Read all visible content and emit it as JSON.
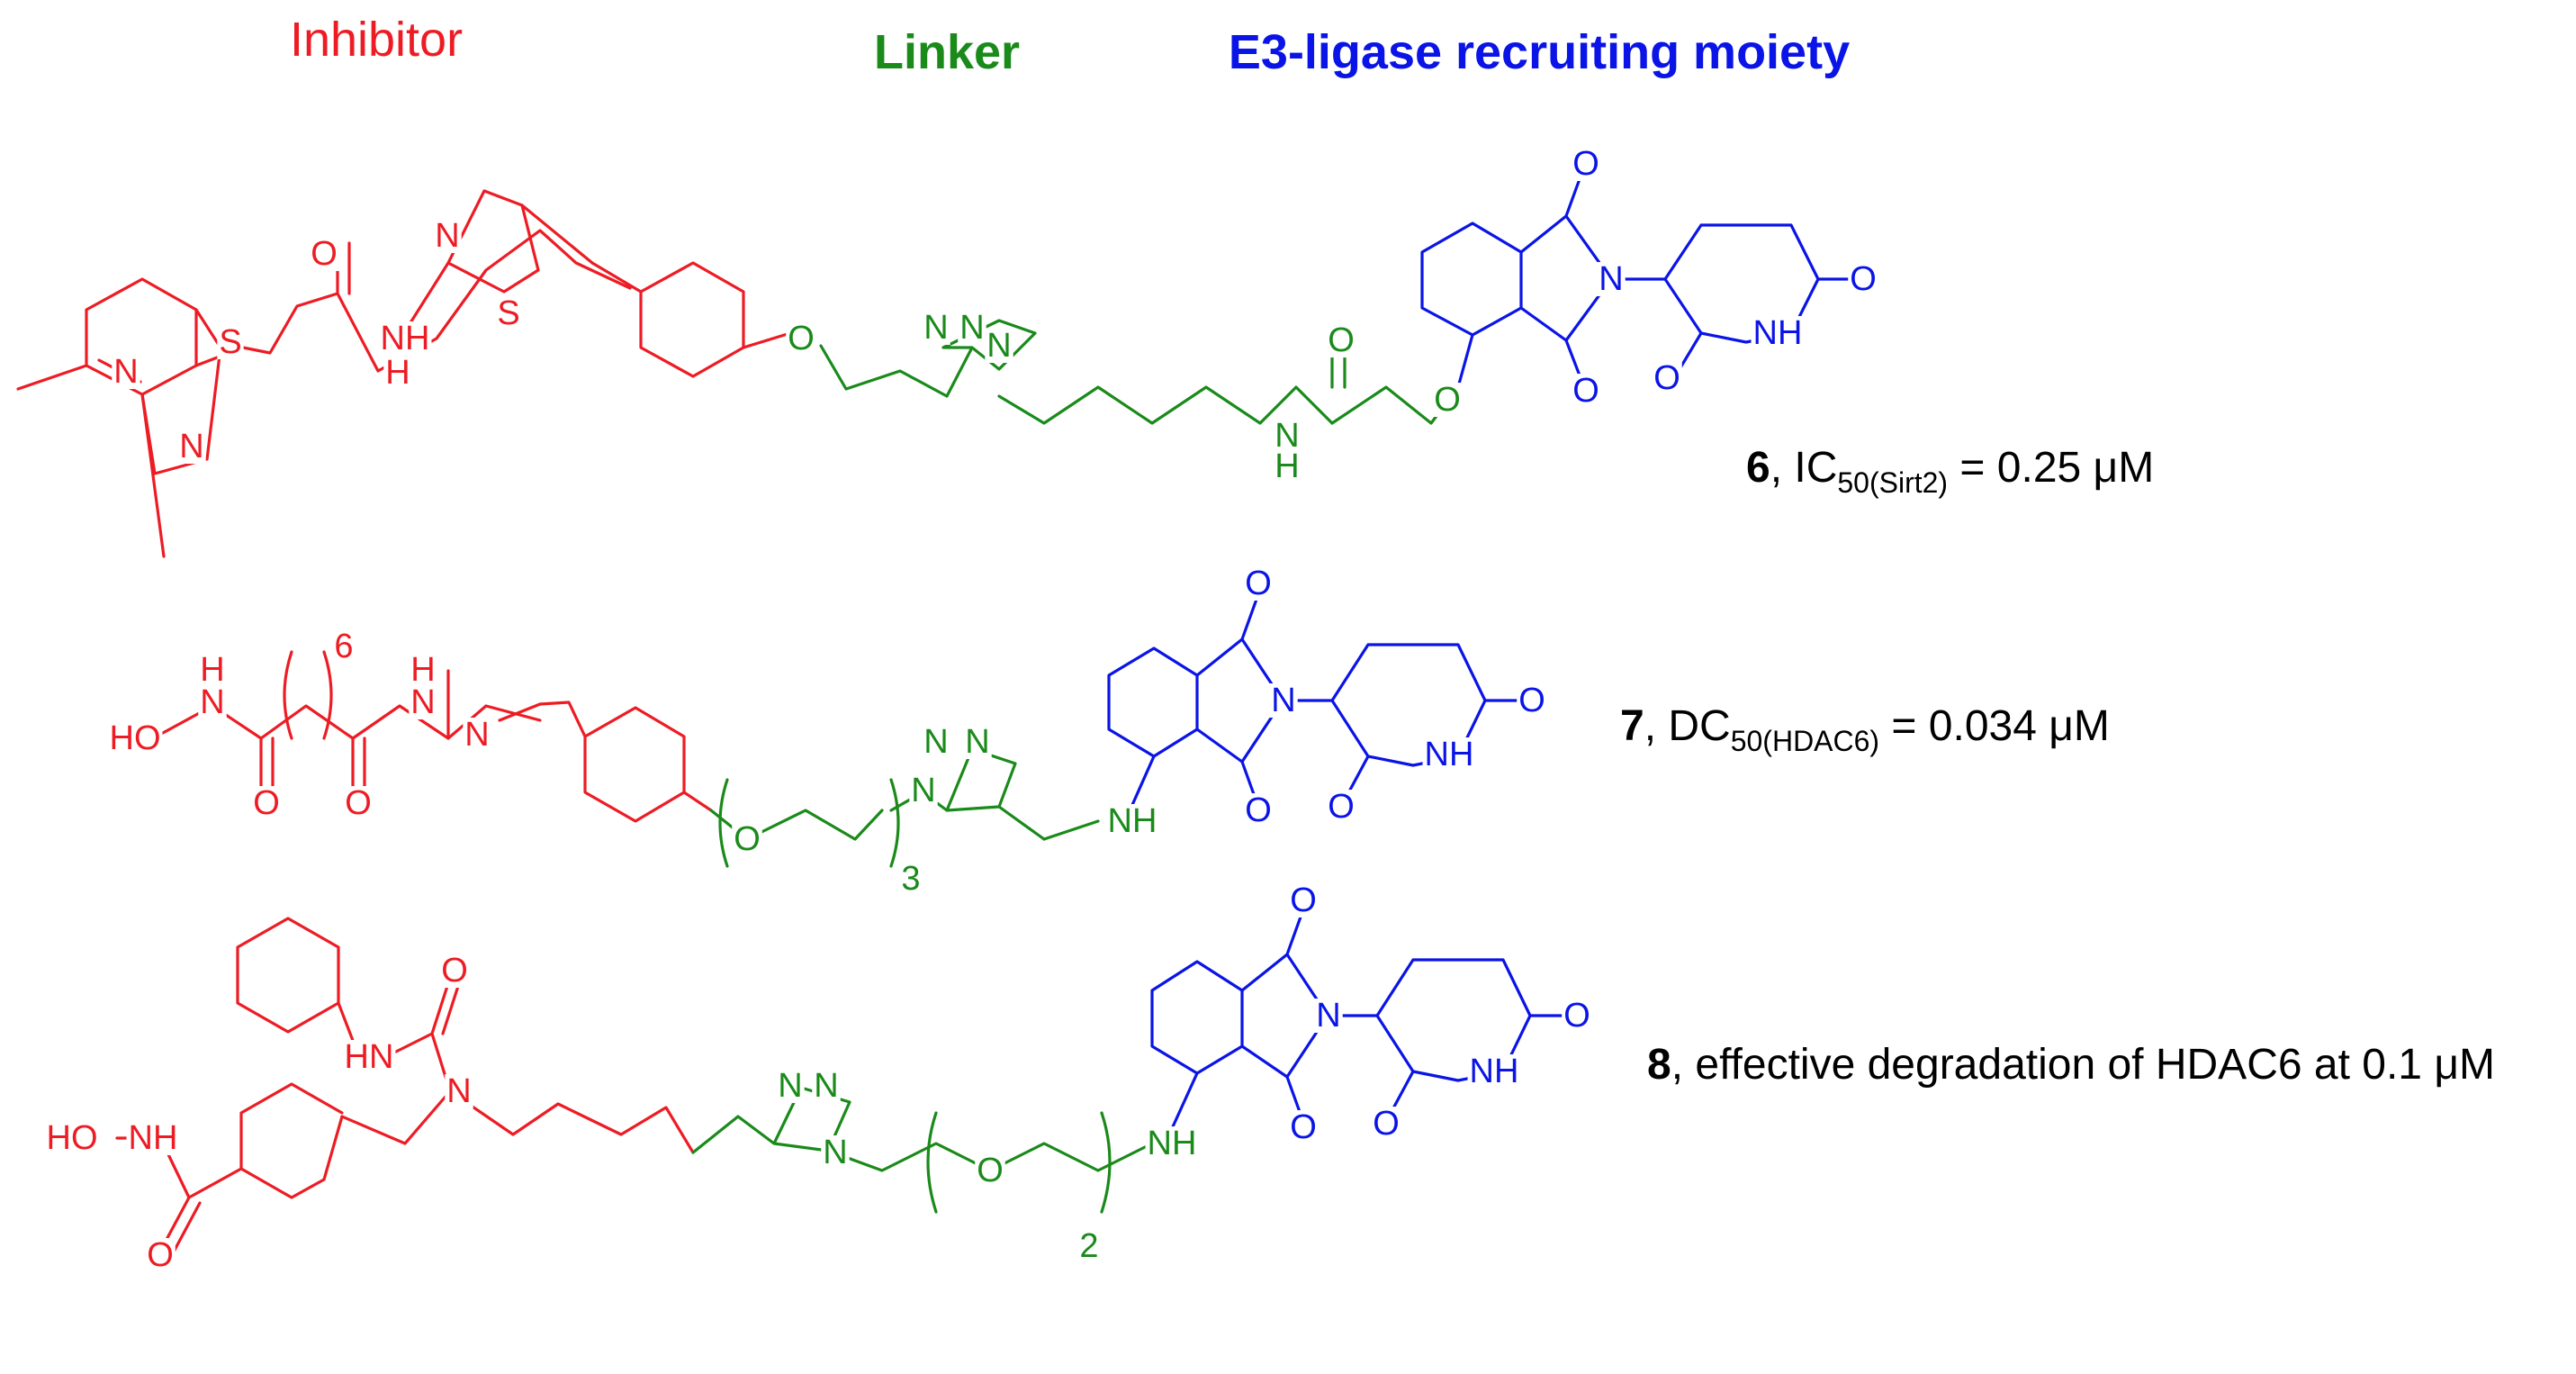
{
  "colors": {
    "inhibitor": "#ed1c24",
    "linker": "#1a8a1a",
    "e3_ligand": "#0a14e6",
    "caption": "#000000"
  },
  "headers": {
    "inhibitor": "Inhibitor",
    "linker": "Linker",
    "e3": "E3-ligase recruiting moiety"
  },
  "atoms": {
    "N": "N",
    "O": "O",
    "S": "S",
    "H": "H",
    "NH": "NH",
    "HN": "HN",
    "HO": "HO"
  },
  "repeat_counts": {
    "m6_alkyl": "6",
    "m7_peg": "3",
    "m8_peg": "2"
  },
  "compounds": [
    {
      "number": "6",
      "sep": ", ",
      "metric": "IC",
      "subscript": "50(Sirt2)",
      "rest": " = 0.25 μM"
    },
    {
      "number": "7",
      "sep": ", ",
      "metric": "DC",
      "subscript": "50(HDAC6)",
      "rest": " = 0.034 μM"
    },
    {
      "number": "8",
      "sep": ", ",
      "rest": "effective degradation of HDAC6 at 0.1 μM"
    }
  ]
}
